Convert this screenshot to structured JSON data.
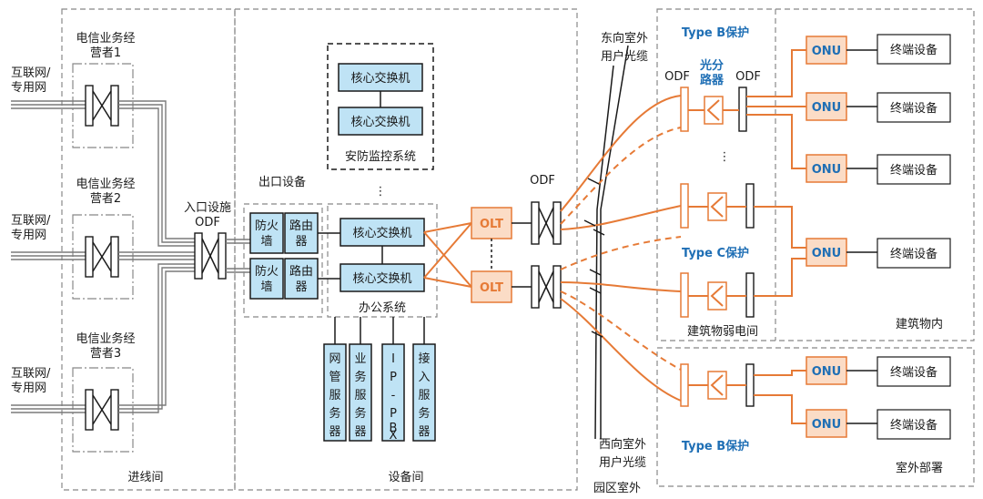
{
  "zones": {
    "incoming": "进线间",
    "equipment": "设备间",
    "campus": "园区室外",
    "building": "建筑物内",
    "weak_room": "建筑物弱电间",
    "outdoor": "室外部署"
  },
  "operators": [
    "电信业务经营者1",
    "电信业务经营者2",
    "电信业务经营者3"
  ],
  "internet_label": "互联网/专用网",
  "entrance_odf": "入口设施ODF",
  "exit_device": "出口设备",
  "firewall": "防火墙",
  "router": "路由器",
  "core_switch": "核心交换机",
  "security_system": "安防监控系统",
  "office_system": "办公系统",
  "servers": [
    "网管服务器",
    "业务服务器",
    "IP-PBX",
    "接入服务器"
  ],
  "olt": "OLT",
  "odf": "ODF",
  "east_cable": [
    "东向室外",
    "用户光缆"
  ],
  "west_cable": [
    "西向室外",
    "用户光缆"
  ],
  "splitter": "光分路器",
  "type_b": "Type B保护",
  "type_c": "Type C保护",
  "onu": "ONU",
  "terminal": "终端设备",
  "ellipsis": "⋮",
  "colors": {
    "switch_fill": "#bfe3f5",
    "olt_fill": "#fbdcc6",
    "orange": "#e67a36",
    "blue_text": "#1f6fb5"
  }
}
